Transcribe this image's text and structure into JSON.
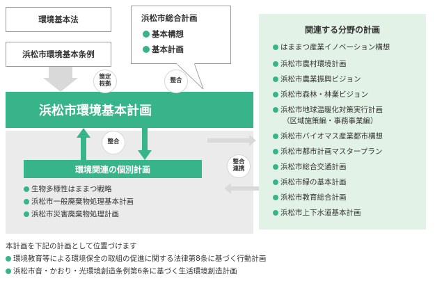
{
  "laws": {
    "law1": "環境基本法",
    "law2": "浜松市環境基本条例"
  },
  "sougou": {
    "title": "浜松市総合計画",
    "items": [
      "基本構想",
      "基本計画"
    ]
  },
  "labels": {
    "sakutei_line1": "策定",
    "sakutei_line2": "根拠",
    "seigou_top": "整合",
    "seigou_mid": "整合",
    "seigou_renkei_line1": "整合",
    "seigou_renkei_line2": "連携"
  },
  "main_plan": "浜松市環境基本計画",
  "kobetsu": {
    "title": "環境関連の個別計画",
    "items": [
      "生物多様性はままつ戦略",
      "浜松市一般廃棄物処理基本計画",
      "浜松市災害廃棄物処理計画"
    ]
  },
  "related": {
    "title": "関連する分野の計画",
    "items": [
      "はままつ産業イノベーション構想",
      "浜松市農村環境計画",
      "浜松市農業振興ビジョン",
      "浜松市森林・林業ビジョン",
      "浜松市地球温暖化対策実行計画",
      "浜松市バイオマス産業都市構想",
      "浜松市都市計画マスタープラン",
      "浜松市総合交通計画",
      "浜松市緑の基本計画",
      "浜松市教育総合計画",
      "浜松市上下水道基本計画"
    ],
    "sub_note": "（区域施策編・事務事業編）"
  },
  "notes": {
    "intro": "本計画を下記の計画として位置づけます",
    "items": [
      "環境教育等による環境保全の取組の促進に関する法律第8条に基づく行動計画",
      "浜松市音・かおり・光環境創造条例第6条に基づく生活環境創造計画"
    ]
  },
  "colors": {
    "accent_green": "#38b48b",
    "panel_green": "#e3f2e6",
    "grey_area": "#ebebeb"
  }
}
